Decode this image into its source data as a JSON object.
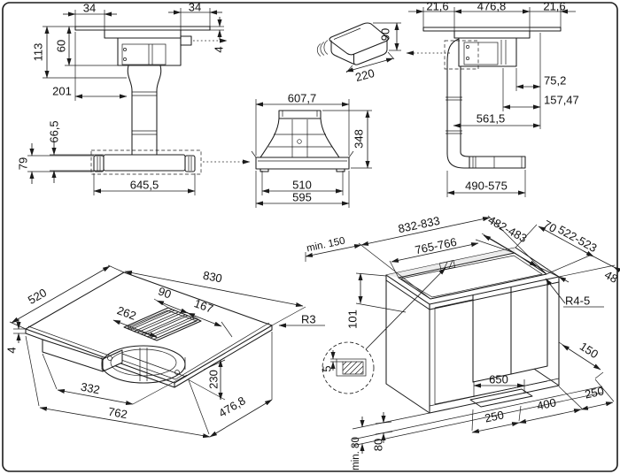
{
  "drawing": {
    "type": "installation-dimension-drawing",
    "unit_style": "millimetres, comma decimals",
    "views": {
      "side_left": {
        "overhang_left": "34",
        "overhang_right": "34",
        "glass_thickness": "4",
        "total_height": "113",
        "body_height": "60",
        "duct_offset": "201",
        "plinth_height": "79",
        "plinth_body_height": "66,5",
        "plinth_width": "645,5"
      },
      "elbow": {
        "height": "90",
        "width": "220"
      },
      "hood_front": {
        "top_width": "607,7",
        "height": "348",
        "mount_width": "510",
        "base_width": "595"
      },
      "side_right": {
        "overhang_left": "21,6",
        "cutout_width": "476,8",
        "overhang_right": "21,6",
        "offset_1": "75,2",
        "offset_2": "157,47",
        "offset_3": "561,5",
        "outlet_range": "490-575"
      },
      "hob_iso": {
        "depth": "520",
        "width": "830",
        "grille_width": "90",
        "grille_offset": "167",
        "grille_offset_left": "262",
        "glass_thickness": "4",
        "fan_offset": "332",
        "body_width": "762",
        "body_height": "230",
        "body_depth": "476,8",
        "corner_radius": "R3"
      },
      "cabinet_iso": {
        "min_clearance_left": "min. 150",
        "cutout_length_outer": "832-833",
        "cutout_length_inner": "765-766",
        "cutout_depth_outer": "482-483",
        "back_gap": "70",
        "cutout_depth_full": "522-523",
        "front_strip": "48",
        "corner_radius": "R4-5",
        "top_clearance": "101",
        "side_clearance": "150",
        "panel_gap": "5",
        "vent_width": "650",
        "vent_left": "250",
        "vent_center": "400",
        "vent_right": "250",
        "plinth_height": "80",
        "plinth_min_height": "min. 80"
      }
    }
  }
}
